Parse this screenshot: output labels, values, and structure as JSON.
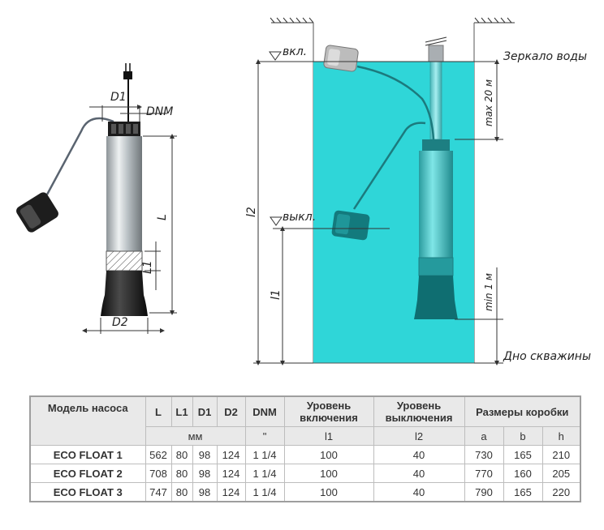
{
  "diagram": {
    "left": {
      "labels": {
        "d1": "D1",
        "dnm": "DNM",
        "l": "L",
        "l1": "L1",
        "d2": "D2"
      }
    },
    "right": {
      "labels": {
        "on": "вкл.",
        "off": "выкл.",
        "water_mirror": "Зеркало воды",
        "bottom": "Дно скважины",
        "max": "max 20 м",
        "min": "min 1 м",
        "l2": "l2",
        "l1": "l1"
      }
    }
  },
  "table": {
    "headers": {
      "model": "Модель насоса",
      "L": "L",
      "L1": "L1",
      "D1": "D1",
      "D2": "D2",
      "DNM": "DNM",
      "on_level": "Уровень включения",
      "off_level": "Уровень выключения",
      "box": "Размеры коробки"
    },
    "subheaders": {
      "mm": "мм",
      "inch": "\"",
      "l1": "l1",
      "l2": "l2",
      "a": "a",
      "b": "b",
      "h": "h"
    },
    "rows": [
      {
        "model": "ECO FLOAT 1",
        "L": "562",
        "L1": "80",
        "D1": "98",
        "D2": "124",
        "DNM": "1 1/4",
        "l1": "100",
        "l2": "40",
        "a": "730",
        "b": "165",
        "h": "210"
      },
      {
        "model": "ECO FLOAT 2",
        "L": "708",
        "L1": "80",
        "D1": "98",
        "D2": "124",
        "DNM": "1 1/4",
        "l1": "100",
        "l2": "40",
        "a": "770",
        "b": "160",
        "h": "205"
      },
      {
        "model": "ECO FLOAT 3",
        "L": "747",
        "L1": "80",
        "D1": "98",
        "D2": "124",
        "DNM": "1 1/4",
        "l1": "100",
        "l2": "40",
        "a": "790",
        "b": "165",
        "h": "220"
      }
    ]
  },
  "colors": {
    "water": "#2fd6d8",
    "pump_body": "#c9ced2",
    "pump_base": "#1e1e1e"
  }
}
